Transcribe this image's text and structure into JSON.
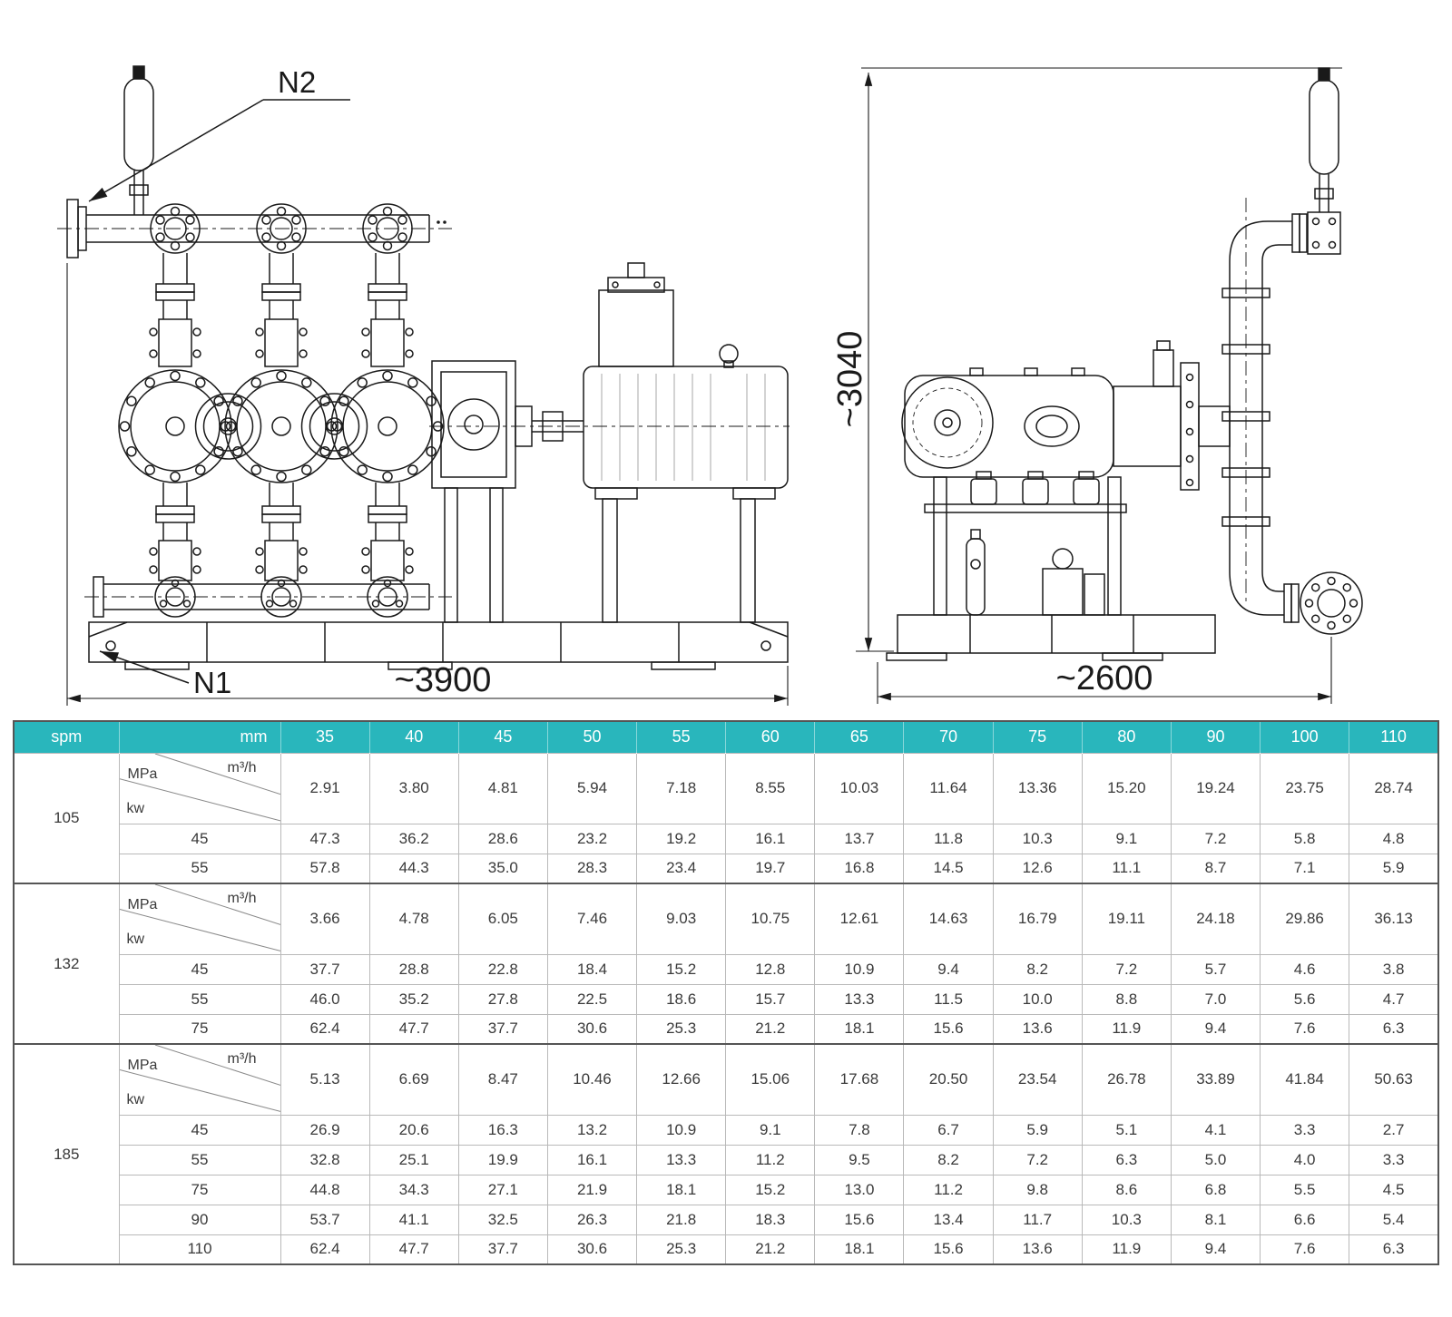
{
  "drawing": {
    "n2_label": "N2",
    "n1_label": "N1",
    "front_width_dim": "~3900",
    "side_width_dim": "~2600",
    "height_dim": "~3040"
  },
  "table": {
    "accent_color": "#29b6bc",
    "header": {
      "spm_label": "spm",
      "mm_label": "mm",
      "plunger_sizes": [
        "35",
        "40",
        "45",
        "50",
        "55",
        "60",
        "65",
        "70",
        "75",
        "80",
        "90",
        "100",
        "110"
      ]
    },
    "diagonal_header": {
      "pressure_label": "MPa",
      "flow_label": "m³/h",
      "power_label": "kw"
    },
    "sections": [
      {
        "spm": "105",
        "flow_values": [
          "2.91",
          "3.80",
          "4.81",
          "5.94",
          "7.18",
          "8.55",
          "10.03",
          "11.64",
          "13.36",
          "15.20",
          "19.24",
          "23.75",
          "28.74"
        ],
        "power_rows": [
          {
            "kw": "45",
            "values": [
              "47.3",
              "36.2",
              "28.6",
              "23.2",
              "19.2",
              "16.1",
              "13.7",
              "11.8",
              "10.3",
              "9.1",
              "7.2",
              "5.8",
              "4.8"
            ]
          },
          {
            "kw": "55",
            "values": [
              "57.8",
              "44.3",
              "35.0",
              "28.3",
              "23.4",
              "19.7",
              "16.8",
              "14.5",
              "12.6",
              "11.1",
              "8.7",
              "7.1",
              "5.9"
            ]
          }
        ]
      },
      {
        "spm": "132",
        "flow_values": [
          "3.66",
          "4.78",
          "6.05",
          "7.46",
          "9.03",
          "10.75",
          "12.61",
          "14.63",
          "16.79",
          "19.11",
          "24.18",
          "29.86",
          "36.13"
        ],
        "power_rows": [
          {
            "kw": "45",
            "values": [
              "37.7",
              "28.8",
              "22.8",
              "18.4",
              "15.2",
              "12.8",
              "10.9",
              "9.4",
              "8.2",
              "7.2",
              "5.7",
              "4.6",
              "3.8"
            ]
          },
          {
            "kw": "55",
            "values": [
              "46.0",
              "35.2",
              "27.8",
              "22.5",
              "18.6",
              "15.7",
              "13.3",
              "11.5",
              "10.0",
              "8.8",
              "7.0",
              "5.6",
              "4.7"
            ]
          },
          {
            "kw": "75",
            "values": [
              "62.4",
              "47.7",
              "37.7",
              "30.6",
              "25.3",
              "21.2",
              "18.1",
              "15.6",
              "13.6",
              "11.9",
              "9.4",
              "7.6",
              "6.3"
            ]
          }
        ]
      },
      {
        "spm": "185",
        "flow_values": [
          "5.13",
          "6.69",
          "8.47",
          "10.46",
          "12.66",
          "15.06",
          "17.68",
          "20.50",
          "23.54",
          "26.78",
          "33.89",
          "41.84",
          "50.63"
        ],
        "power_rows": [
          {
            "kw": "45",
            "values": [
              "26.9",
              "20.6",
              "16.3",
              "13.2",
              "10.9",
              "9.1",
              "7.8",
              "6.7",
              "5.9",
              "5.1",
              "4.1",
              "3.3",
              "2.7"
            ]
          },
          {
            "kw": "55",
            "values": [
              "32.8",
              "25.1",
              "19.9",
              "16.1",
              "13.3",
              "11.2",
              "9.5",
              "8.2",
              "7.2",
              "6.3",
              "5.0",
              "4.0",
              "3.3"
            ]
          },
          {
            "kw": "75",
            "values": [
              "44.8",
              "34.3",
              "27.1",
              "21.9",
              "18.1",
              "15.2",
              "13.0",
              "11.2",
              "9.8",
              "8.6",
              "6.8",
              "5.5",
              "4.5"
            ]
          },
          {
            "kw": "90",
            "values": [
              "53.7",
              "41.1",
              "32.5",
              "26.3",
              "21.8",
              "18.3",
              "15.6",
              "13.4",
              "11.7",
              "10.3",
              "8.1",
              "6.6",
              "5.4"
            ]
          },
          {
            "kw": "110",
            "values": [
              "62.4",
              "47.7",
              "37.7",
              "30.6",
              "25.3",
              "21.2",
              "18.1",
              "15.6",
              "13.6",
              "11.9",
              "9.4",
              "7.6",
              "6.3"
            ]
          }
        ]
      }
    ]
  }
}
